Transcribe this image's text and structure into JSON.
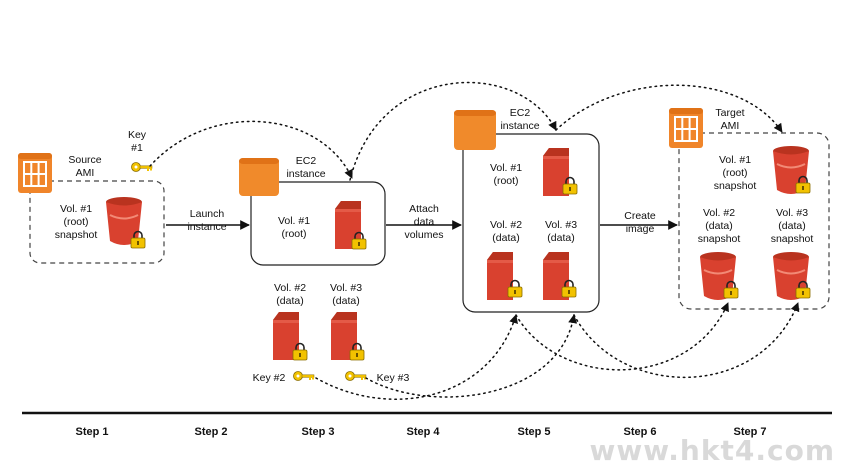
{
  "colors": {
    "ec2_orange": "#f08a2b",
    "ami_orange": "#f0852a",
    "volume_red": "#d9412f",
    "snapshot_red": "#db4a36",
    "lock_yellow": "#f2c200",
    "key_yellow": "#f2c200"
  },
  "source_ami": {
    "title": "Source\nAMI",
    "icon": "ami-icon"
  },
  "key1": {
    "label": "Key\n#1",
    "icon": "key-icon"
  },
  "step1_snapshot": {
    "label": "Vol. #1\n(root)\nsnapshot",
    "icon": "encrypted-snapshot-icon"
  },
  "arrow_launch": {
    "label": "Launch\ninstance"
  },
  "ec2_first": {
    "title": "EC2\ninstance",
    "vol_label": "Vol. #1\n(root)",
    "icon": "ec2-icon"
  },
  "step3_volumes": [
    {
      "label": "Vol. #2\n(data)",
      "icon": "encrypted-volume-icon"
    },
    {
      "label": "Vol. #3\n(data)",
      "icon": "encrypted-volume-icon"
    }
  ],
  "key2": {
    "label": "Key #2",
    "icon": "key-icon"
  },
  "key3": {
    "label": "Key #3",
    "icon": "key-icon"
  },
  "arrow_attach": {
    "label": "Attach\ndata\nvolumes"
  },
  "ec2_second": {
    "title": "EC2\ninstance",
    "volumes": [
      {
        "label": "Vol. #1\n(root)"
      },
      {
        "label": "Vol. #2\n(data)"
      },
      {
        "label": "Vol. #3\n(data)"
      }
    ]
  },
  "arrow_create": {
    "label": "Create\nimage"
  },
  "target_ami": {
    "title": "Target\nAMI",
    "snapshots": [
      {
        "label": "Vol. #1\n(root)\nsnapshot"
      },
      {
        "label": "Vol. #2\n(data)\nsnapshot"
      },
      {
        "label": "Vol. #3\n(data)\nsnapshot"
      }
    ]
  },
  "steps": [
    "Step 1",
    "Step 2",
    "Step 3",
    "Step 4",
    "Step 5",
    "Step 6",
    "Step 7"
  ],
  "watermark": "www.hkt4.com"
}
